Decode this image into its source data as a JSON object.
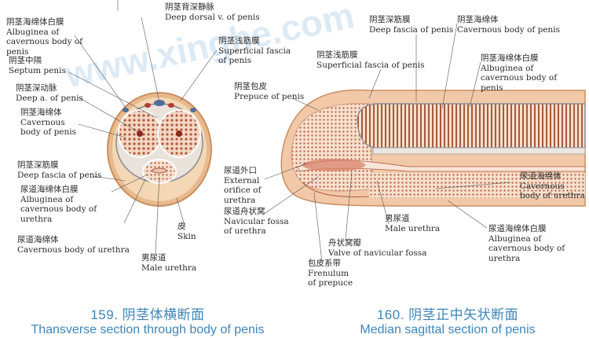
{
  "watermark": "www.xinghe.com",
  "left_labels": [
    {
      "zh": "阴茎海绵体白膜",
      "en": "Albuginea of cavernous body of penis"
    },
    {
      "zh": "阴茎中隔",
      "en": "Septum penis"
    },
    {
      "zh": "阴茎深动脉",
      "en": "Deep a. of penis"
    },
    {
      "zh": "阴茎海绵体",
      "en": "Cavernous body of penis"
    },
    {
      "zh": "阴茎深筋膜",
      "en": "Deep fascia of penis"
    },
    {
      "zh": "尿道海绵体白膜",
      "en": "Albuginea of cavernous body of urethra"
    },
    {
      "zh": "尿道海绵体",
      "en": "Cavernous body of urethra"
    },
    {
      "zh": "阴茎背深静脉",
      "en": "Deep dorsal v. of penis"
    },
    {
      "zh": "阴茎浅筋膜",
      "en": "Superficial fascia of penis"
    },
    {
      "zh": "皮",
      "en": "Skin"
    },
    {
      "zh": "男尿道",
      "en": "Male urethra"
    }
  ],
  "right_labels": [
    {
      "zh": "阴茎深筋膜",
      "en": "Deep fascia of penis"
    },
    {
      "zh": "阴茎海绵体",
      "en": "Cavernous body of penis"
    },
    {
      "zh": "阴茎浅筋膜",
      "en": "Superficial fascia of penis"
    },
    {
      "zh": "阴茎海绵体白膜",
      "en": "Albuginea of cavernous body of penis"
    },
    {
      "zh": "阴茎包皮",
      "en": "Prepuce of penis"
    },
    {
      "zh": "尿道外口",
      "en": "External orifice of urethra"
    },
    {
      "zh": "尿道舟状窝",
      "en": "Navicular fossa of urethra"
    },
    {
      "zh": "尿道海绵体",
      "en": "Cavernous body of urethra"
    },
    {
      "zh": "男尿道",
      "en": "Male urethra"
    },
    {
      "zh": "尿道海绵体白膜",
      "en": "Albuginea of cavernous body of urethra"
    },
    {
      "zh": "舟状窝瓣",
      "en": "Valve of navicular fossa"
    },
    {
      "zh": "包皮系带",
      "en": "Frenulum of prepuce"
    }
  ],
  "captions": {
    "left": {
      "num": "159. 阴茎体横断面",
      "en": "Thansverse section through body of penis"
    },
    "right": {
      "num": "160. 阴茎正中矢状断面",
      "en": "Median sagittal section of penis"
    }
  }
}
